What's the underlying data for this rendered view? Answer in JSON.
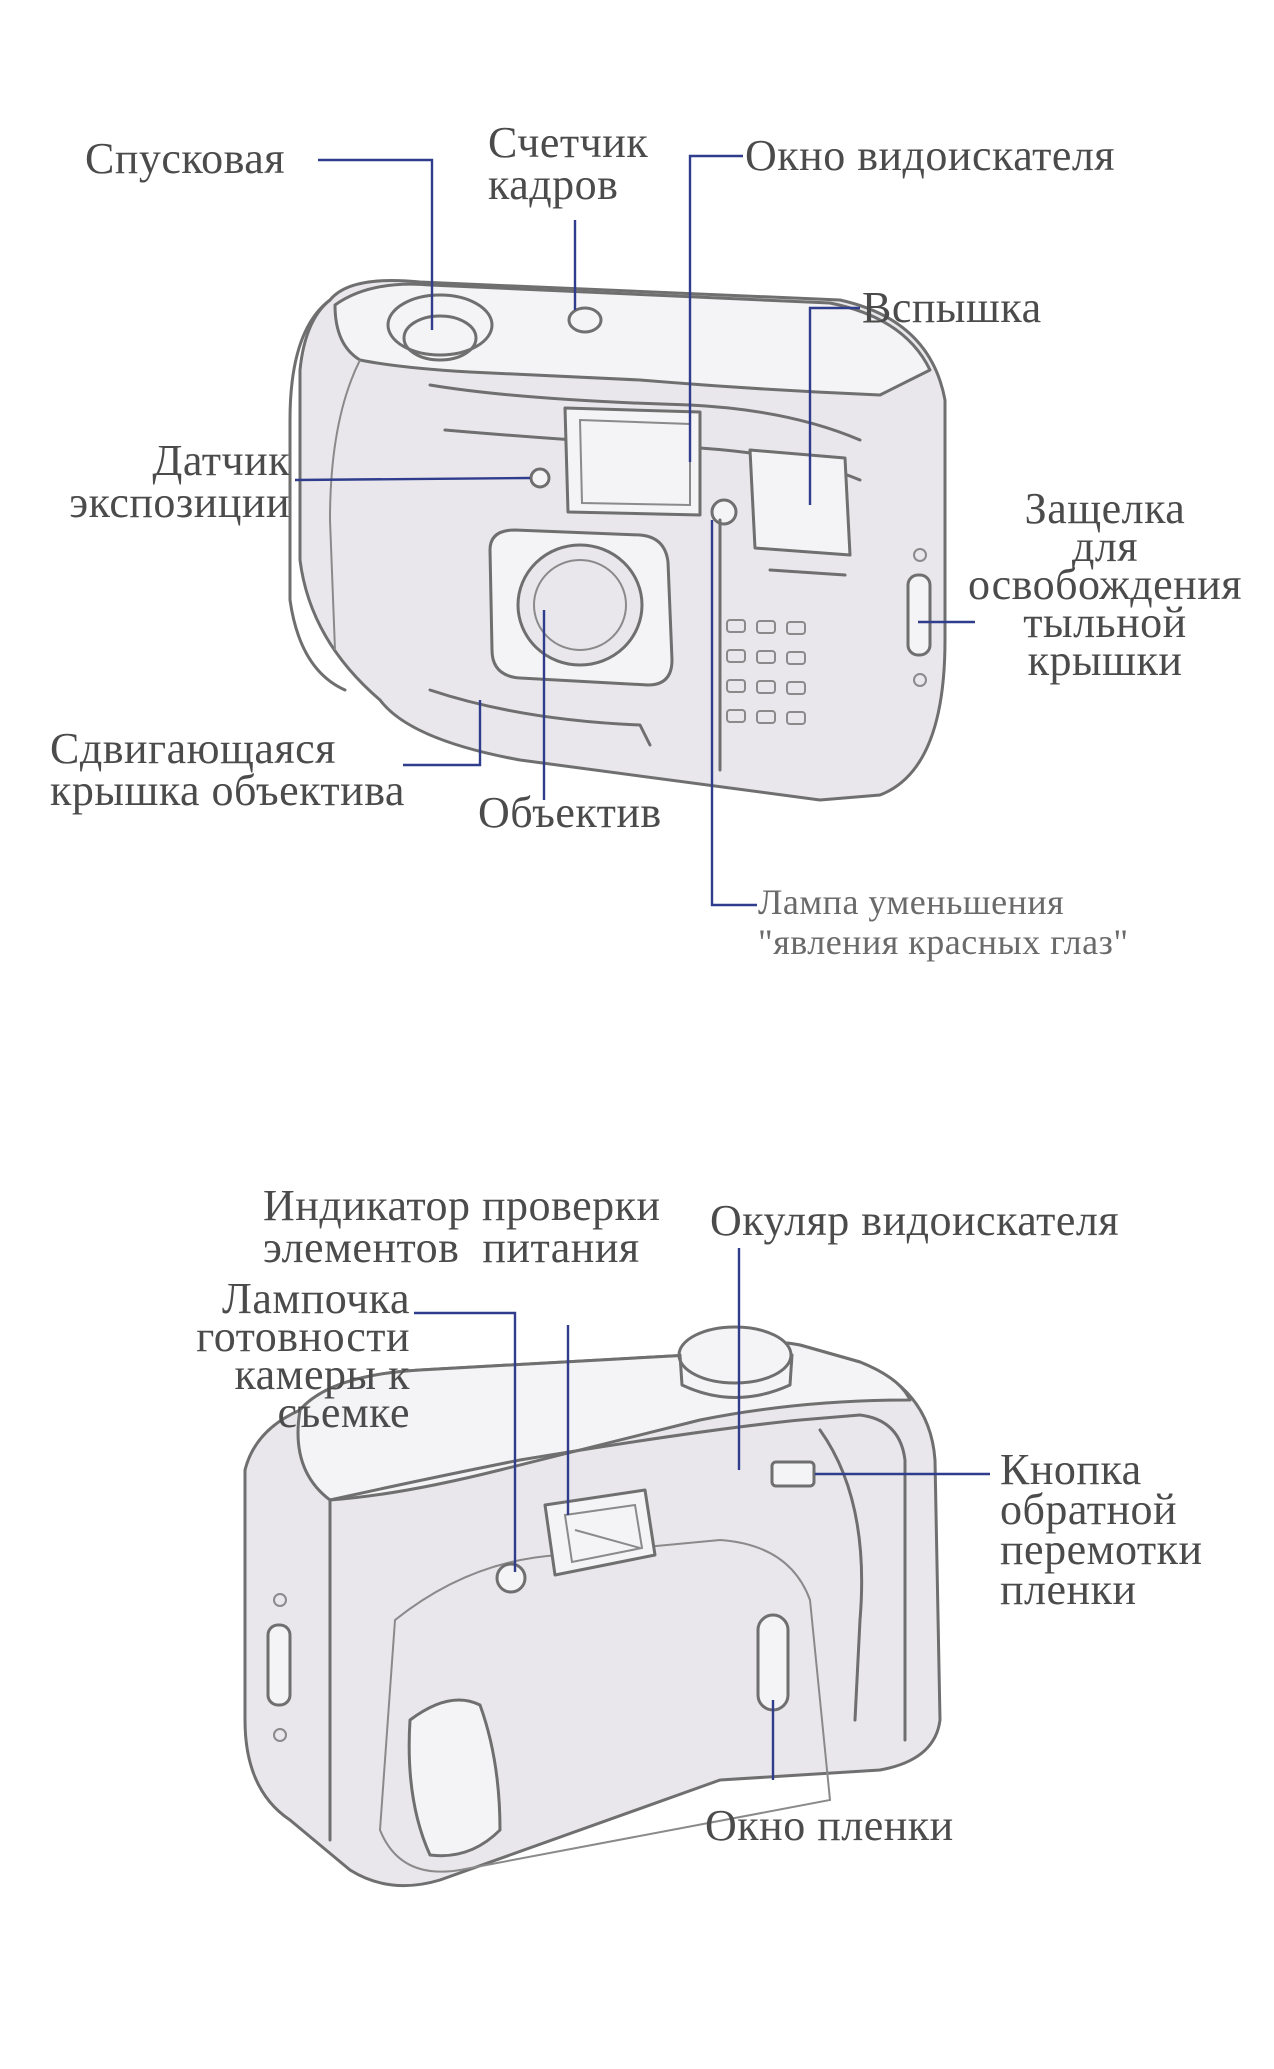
{
  "colors": {
    "leader_line": "#2f3d8c",
    "camera_outline": "#6f6f6f",
    "camera_body": "#e9e7ec",
    "text": "#4b4b4b"
  },
  "front_view": {
    "labels": {
      "shutter": "Спусковая",
      "frame_counter": "Счетчик\nкадров",
      "viewfinder_window": "Окно видоискателя",
      "flash": "Вспышка",
      "exposure_sensor": "Датчик\nэкспозиции",
      "back_cover_latch": "Защелка\nдля\nосвобождения\nтыльной\nкрышки",
      "lens_cover": "Сдвигающаяся\nкрышка объектива",
      "lens": "Объектив",
      "red_eye_lamp": "Лампа уменьшения\n\"явления красных глаз\""
    }
  },
  "back_view": {
    "labels": {
      "battery_indicator": "Индикатор проверки\nэлементов  питания",
      "ready_lamp": "Лампочка\nготовности\nкамеры к\nсъемке",
      "eyepiece": "Окуляр видоискателя",
      "rewind_button": "Кнопка\nобратной\nперемотки\nпленки",
      "film_window": "Окно пленки"
    }
  }
}
